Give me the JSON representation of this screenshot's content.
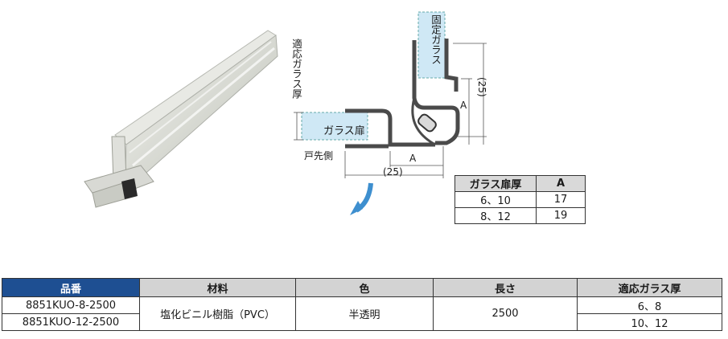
{
  "drawing": {
    "glass_thickness_label": "適応ガラス厚",
    "fixed_glass_label": "固定ガラス",
    "door_glass_label": "ガラス扉",
    "door_tip_side_label": "戸先側",
    "dim_a_vertical": "A",
    "dim_25_vertical": "(25)",
    "dim_a_horizontal": "A",
    "dim_25_horizontal": "(25)"
  },
  "spec_table": {
    "headers": [
      "ガラス扉厚",
      "A"
    ],
    "rows": [
      [
        "6、10",
        "17"
      ],
      [
        "8、12",
        "19"
      ]
    ]
  },
  "product_table": {
    "headers": [
      "品番",
      "材料",
      "色",
      "長さ",
      "適応ガラス厚"
    ],
    "part_numbers": [
      "8851KUO-8-2500",
      "8851KUO-12-2500"
    ],
    "material": "塩化ビニル樹脂（PVC）",
    "color": "半透明",
    "length": "2500",
    "glass_thickness": [
      "6、8",
      "10、12"
    ]
  },
  "colors": {
    "header_accent": "#1e4f92",
    "label_fill": "#cfe8f5",
    "arrow": "#3e8fcf"
  }
}
